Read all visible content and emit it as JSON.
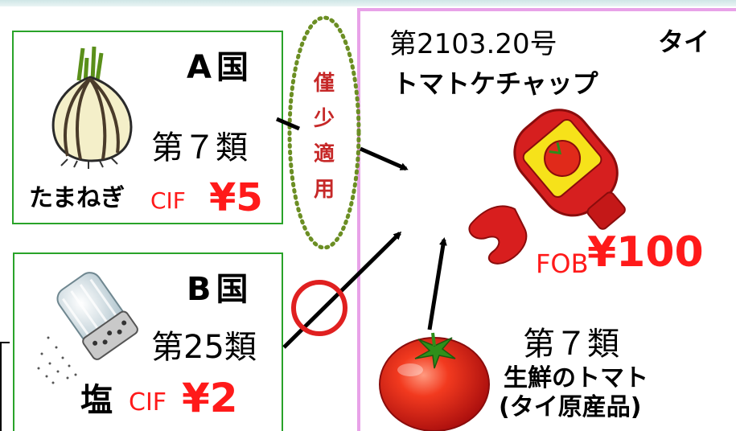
{
  "country_a": {
    "label": "A国",
    "chapter": "第７類",
    "product": "たまねぎ",
    "term": "CIF",
    "price": "¥5"
  },
  "country_b": {
    "label": "B国",
    "chapter": "第25類",
    "product": "塩",
    "term": "CIF",
    "price": "¥2"
  },
  "de_minimis": {
    "chars": [
      "僅",
      "少",
      "適",
      "用"
    ]
  },
  "thailand": {
    "country": "タイ",
    "heading": "第2103.20号",
    "product": "トマトケチャップ",
    "term": "FOB",
    "price": "¥100"
  },
  "tomato": {
    "chapter": "第７類",
    "name": "生鮮のトマト",
    "origin": "(タイ原産品)"
  },
  "colors": {
    "box_border": "#29a329",
    "panel_border": "#e8a2e8",
    "price_red": "#ff1a1a",
    "oval_border": "#6b8e23",
    "oval_text": "#c62828",
    "ok_circle": "#e02020"
  },
  "icons": [
    "onion-icon",
    "salt-shaker-icon",
    "ketchup-bottle-icon",
    "tomato-icon",
    "ok-circle-icon"
  ]
}
